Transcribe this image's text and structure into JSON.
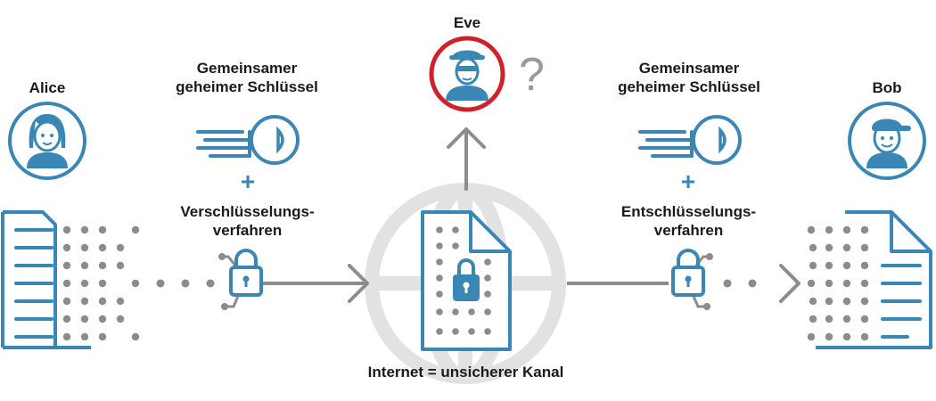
{
  "labels": {
    "alice": "Alice",
    "bob": "Bob",
    "eve": "Eve",
    "eve_question": "?",
    "key_left": [
      "Gemeinsamer",
      "geheimer Schlüssel"
    ],
    "key_right": [
      "Gemeinsamer",
      "geheimer Schlüssel"
    ],
    "encrypt": [
      "Verschlüsselungs-",
      "verfahren"
    ],
    "decrypt": [
      "Entschlüsselungs-",
      "verfahren"
    ],
    "plus_left": "+",
    "plus_right": "+",
    "internet": "Internet = unsicherer Kanal"
  },
  "colors": {
    "blue": "#3a86b4",
    "gray": "#8c8c8c",
    "light_gray": "#e2e2e2",
    "red": "#d0202a",
    "text": "#1a1a1a"
  },
  "icons": {
    "alice": "female-user-icon",
    "bob": "male-user-icon",
    "eve": "spy-user-icon",
    "key": "key-icon",
    "lock": "padlock-icon",
    "globe": "globe-icon",
    "document": "document-icon"
  }
}
